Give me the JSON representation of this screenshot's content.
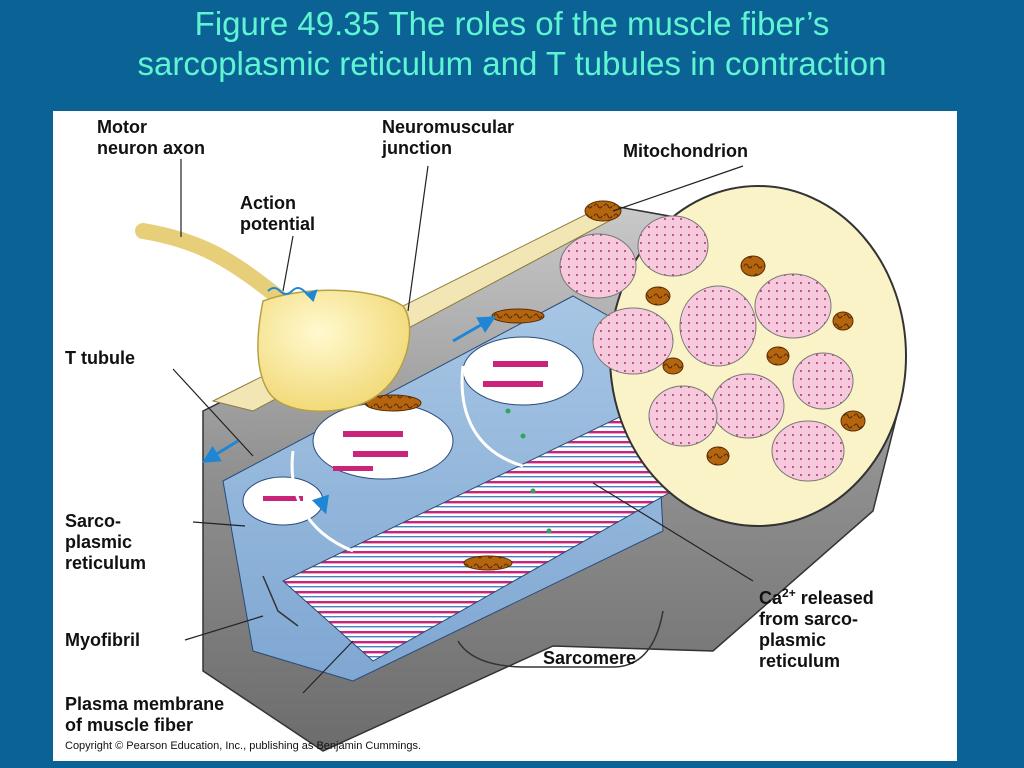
{
  "slide": {
    "title_line1": "Figure 49.35  The roles of the muscle fiber’s",
    "title_line2": "sarcoplasmic reticulum and T tubules in contraction",
    "background_color": "#0B6395",
    "title_color": "#5FF5D2"
  },
  "diagram": {
    "labels": {
      "motor_neuron_axon_1": "Motor",
      "motor_neuron_axon_2": "neuron axon",
      "neuromuscular_junction_1": "Neuromuscular",
      "neuromuscular_junction_2": "junction",
      "mitochondrion": "Mitochondrion",
      "action_potential_1": "Action",
      "action_potential_2": "potential",
      "t_tubule": "T tubule",
      "sarcoplasmic_reticulum_1": "Sarco-",
      "sarcoplasmic_reticulum_2": "plasmic",
      "sarcoplasmic_reticulum_3": "reticulum",
      "myofibril": "Myofibril",
      "plasma_membrane_1": "Plasma membrane",
      "plasma_membrane_2": "of muscle fiber",
      "sarcomere": "Sarcomere",
      "ca_released_ca": "Ca",
      "ca_released_sup": "2+",
      "ca_released_1_rest": " released",
      "ca_released_2": "from sarco-",
      "ca_released_3": "plasmic",
      "ca_released_4": "reticulum"
    },
    "copyright": "Copyright © Pearson Education, Inc., publishing as Benjamin Cummings."
  }
}
